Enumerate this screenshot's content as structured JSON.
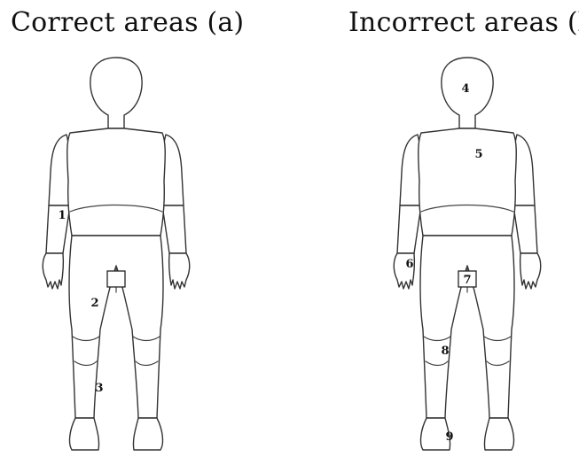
{
  "panels": {
    "a": {
      "title": "Correct areas (a)",
      "labels": {
        "l1": "1",
        "l2": "2",
        "l3": "3"
      }
    },
    "b": {
      "title": "Incorrect areas (b)",
      "labels": {
        "l4": "4",
        "l5": "5",
        "l6": "6",
        "l7": "7",
        "l8": "8",
        "l9": "9"
      }
    }
  },
  "colors": {
    "outline": "#333333",
    "background": "#ffffff",
    "text": "#111111"
  },
  "icons": {
    "figure": "human-body-front-outline"
  }
}
